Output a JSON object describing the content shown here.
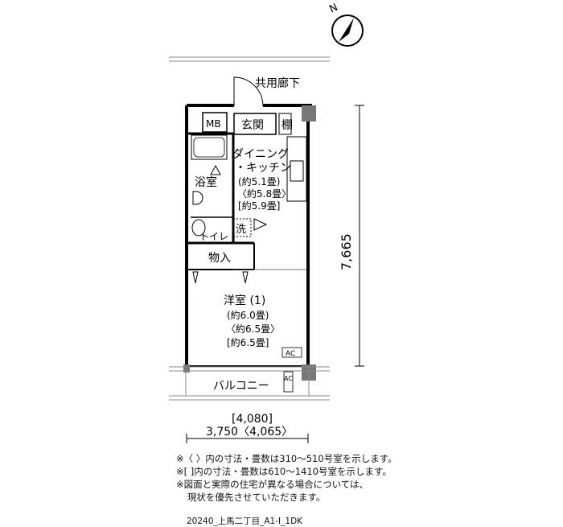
{
  "plan": {
    "corridor": "共用廊下",
    "mb": "MB",
    "entrance": "玄関",
    "shelf": "棚",
    "dk_line1": "ダイニング",
    "dk_line2": "・キッチン",
    "dk_area1": "(約5.1畳)",
    "dk_area2": "〈約5.8畳〉",
    "dk_area3": "[約5.9畳]",
    "bath": "浴室",
    "toilet": "トイレ",
    "washer": "洗",
    "storage": "物入",
    "western_room": "洋室 (1)",
    "wr_area1": "(約6.0畳)",
    "wr_area2": "〈約6.5畳〉",
    "wr_area3": "[約6.5畳]",
    "ac_room": "AC",
    "ac_balcony": "AC",
    "balcony": "バルコニー",
    "compass_label": "N"
  },
  "dimensions": {
    "height": "7,665",
    "width_bracket": "[4,080]",
    "width_main": "3,750〈4,065〉"
  },
  "notes": {
    "line1": "※〈 〉内の寸法・畳数は310〜510号室を示します。",
    "line2": "※[ ]内の寸法・畳数は610〜1410号室を示します。",
    "line3": "※図面と実際の住宅が異なる場合については、",
    "line4": "現状を優先させていただきます。"
  },
  "code": "20240_上馬二丁目_A1-I_1DK"
}
